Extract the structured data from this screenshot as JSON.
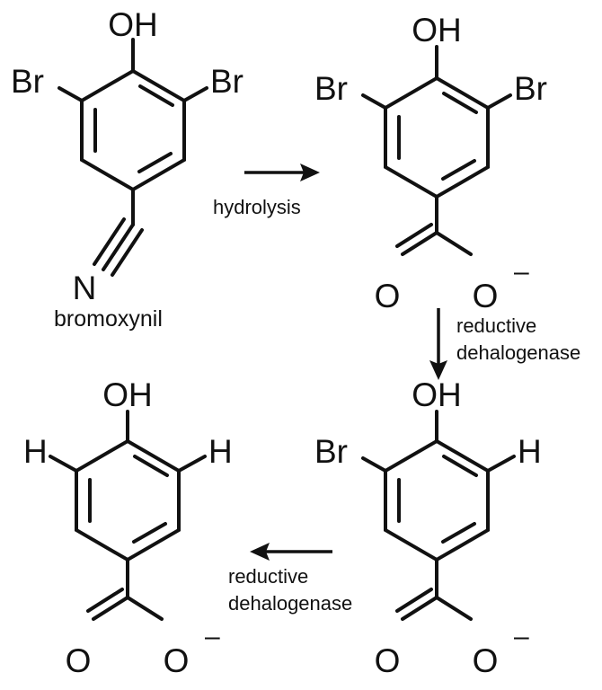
{
  "molecules": {
    "bromoxynil": {
      "top_atom": "OH",
      "left_atom": "Br",
      "right_atom": "Br",
      "nitrogen": "N",
      "name": "bromoxynil"
    },
    "dibromo_carboxylate": {
      "top_atom": "OH",
      "left_atom": "Br",
      "right_atom": "Br",
      "o_left": "O",
      "o_right": "O",
      "charge": "–"
    },
    "bromo_carboxylate": {
      "top_atom": "OH",
      "left_atom": "Br",
      "right_atom": "H",
      "o_left": "O",
      "o_right": "O",
      "charge": "–"
    },
    "hydroxybenzoate": {
      "top_atom": "OH",
      "left_atom": "H",
      "right_atom": "H",
      "o_left": "O",
      "o_right": "O",
      "charge": "–"
    }
  },
  "steps": {
    "step1": {
      "label": "hydrolysis"
    },
    "step2": {
      "line1": "reductive",
      "line2": "dehalogenase"
    },
    "step3": {
      "line1": "reductive",
      "line2": "dehalogenase"
    }
  }
}
